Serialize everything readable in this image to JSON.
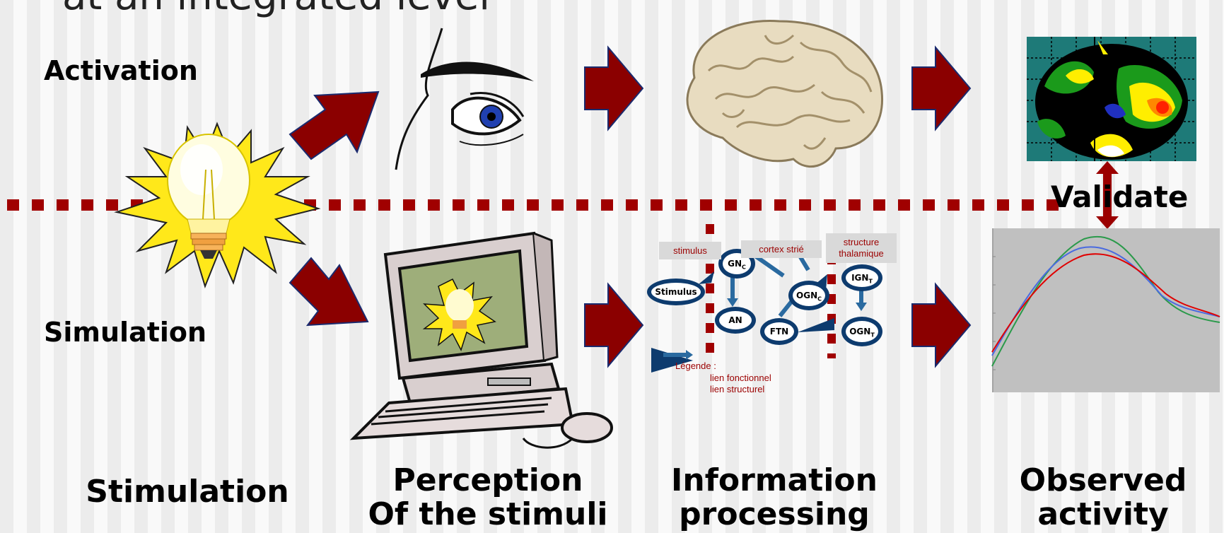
{
  "title_fragment": "at an integrated level",
  "rows": {
    "activation": "Activation",
    "simulation": "Simulation"
  },
  "validate": "Validate",
  "captions": {
    "stimulation": "Stimulation",
    "perception": [
      "Perception",
      "Of the stimuli"
    ],
    "information": [
      "Information",
      "processing"
    ],
    "observed": [
      "Observed",
      "activity"
    ]
  },
  "network": {
    "boxes": [
      "stimulus",
      "cortex strié",
      "structure thalamique"
    ],
    "nodes": [
      "GN",
      "Stimulus",
      "AN",
      "OGN",
      "FTN",
      "IGN",
      "OGN"
    ],
    "node_subscripts": [
      "C",
      "",
      "",
      "C",
      "",
      "T",
      "T"
    ],
    "legend_title": "Légende :",
    "legend_items": [
      "lien fonctionnel",
      "lien structurel"
    ]
  },
  "colors": {
    "arrow": "#8b0000",
    "node": "#0d3b6e",
    "dotted_line": "#a00000"
  },
  "icons": [
    "light-bulb-icon",
    "eye-icon",
    "brain-icon",
    "brain-scan-icon",
    "computer-icon",
    "network-diagram",
    "response-curves-chart"
  ]
}
